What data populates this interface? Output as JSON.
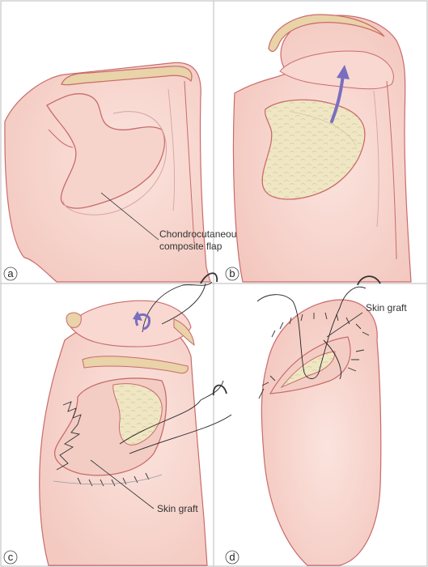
{
  "figure": {
    "panels": [
      {
        "letter": "a",
        "callout_lines": [
          "Chondrocutaneous",
          "composite flap"
        ]
      },
      {
        "letter": "b",
        "callout_lines": []
      },
      {
        "letter": "c",
        "callout_lines": [
          "Skin graft"
        ]
      },
      {
        "letter": "d",
        "callout_lines": [
          "Skin graft"
        ]
      }
    ]
  },
  "colors": {
    "skin_fill": "#f9dcd6",
    "skin_shadow": "#f2c5bc",
    "outline": "#c96b6b",
    "cartilage": "#e9d3a8",
    "graft": "#efe6c4",
    "arrow": "#7a6ec0",
    "suture": "#222222",
    "frame": "#bbbbbb"
  }
}
